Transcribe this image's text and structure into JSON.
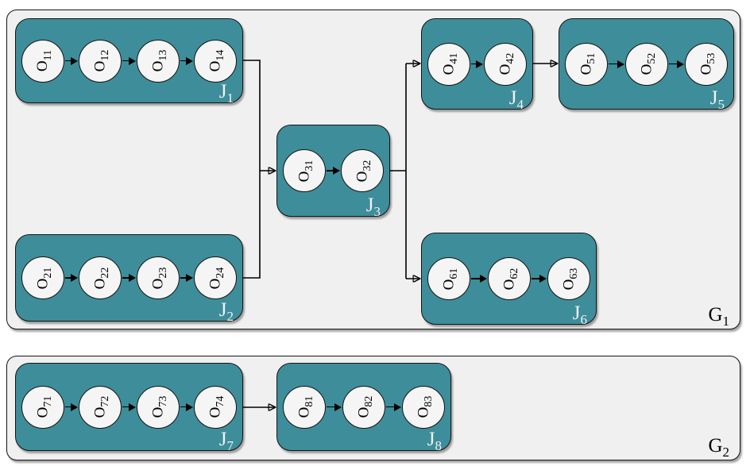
{
  "figure": {
    "type": "job-shop precedence diagram",
    "colors": {
      "job_fill": "#3e8d9a",
      "group_fill": "#f0f0f0",
      "node_fill": "#f5f5f5",
      "outline": "#000000",
      "job_label_color": "#f2f2f2",
      "group_label_color": "#000000"
    }
  },
  "groups": [
    {
      "label": {
        "base": "G",
        "sub": "1"
      },
      "jobs": [
        {
          "label": {
            "base": "J",
            "sub": "1"
          },
          "ops": [
            {
              "base": "O",
              "sub": "11"
            },
            {
              "base": "O",
              "sub": "12"
            },
            {
              "base": "O",
              "sub": "13"
            },
            {
              "base": "O",
              "sub": "14"
            }
          ]
        },
        {
          "label": {
            "base": "J",
            "sub": "2"
          },
          "ops": [
            {
              "base": "O",
              "sub": "21"
            },
            {
              "base": "O",
              "sub": "22"
            },
            {
              "base": "O",
              "sub": "23"
            },
            {
              "base": "O",
              "sub": "24"
            }
          ]
        },
        {
          "label": {
            "base": "J",
            "sub": "3"
          },
          "ops": [
            {
              "base": "O",
              "sub": "31"
            },
            {
              "base": "O",
              "sub": "32"
            }
          ]
        },
        {
          "label": {
            "base": "J",
            "sub": "4"
          },
          "ops": [
            {
              "base": "O",
              "sub": "41"
            },
            {
              "base": "O",
              "sub": "42"
            }
          ]
        },
        {
          "label": {
            "base": "J",
            "sub": "5"
          },
          "ops": [
            {
              "base": "O",
              "sub": "51"
            },
            {
              "base": "O",
              "sub": "52"
            },
            {
              "base": "O",
              "sub": "53"
            }
          ]
        },
        {
          "label": {
            "base": "J",
            "sub": "6"
          },
          "ops": [
            {
              "base": "O",
              "sub": "61"
            },
            {
              "base": "O",
              "sub": "62"
            },
            {
              "base": "O",
              "sub": "63"
            }
          ]
        }
      ],
      "edges": [
        "J1→J3",
        "J2→J3",
        "J3→J4",
        "J3→J6",
        "J4→J5"
      ]
    },
    {
      "label": {
        "base": "G",
        "sub": "2"
      },
      "jobs": [
        {
          "label": {
            "base": "J",
            "sub": "7"
          },
          "ops": [
            {
              "base": "O",
              "sub": "71"
            },
            {
              "base": "O",
              "sub": "72"
            },
            {
              "base": "O",
              "sub": "73"
            },
            {
              "base": "O",
              "sub": "74"
            }
          ]
        },
        {
          "label": {
            "base": "J",
            "sub": "8"
          },
          "ops": [
            {
              "base": "O",
              "sub": "81"
            },
            {
              "base": "O",
              "sub": "82"
            },
            {
              "base": "O",
              "sub": "83"
            }
          ]
        }
      ],
      "edges": [
        "J7→J8"
      ]
    }
  ]
}
